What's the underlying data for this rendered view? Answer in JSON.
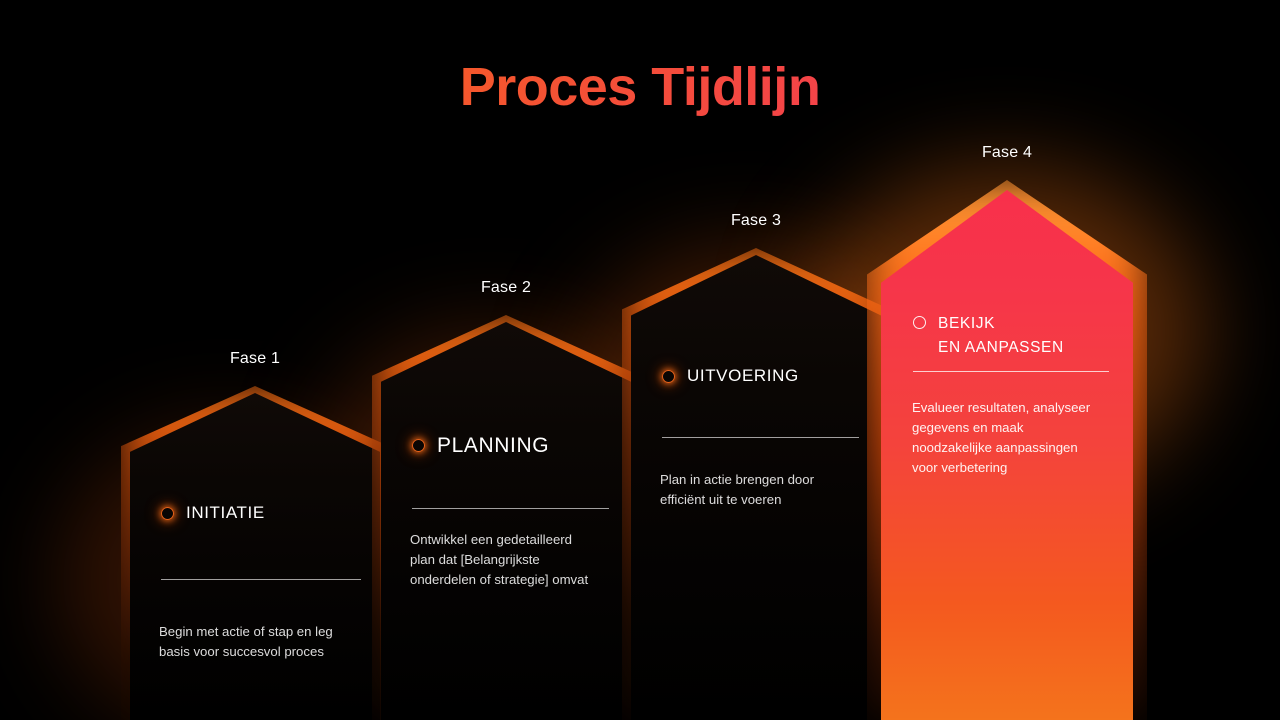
{
  "slide": {
    "title": "Proces Tijdlijn",
    "background_color": "#000000",
    "accent_orange": "#F97316",
    "accent_red": "#F43F4E"
  },
  "phases": [
    {
      "label": "Fase 1",
      "heading": "INITIATIE",
      "body": "Begin met actie of stap en leg\nbasis voor succesvol proces",
      "icon": "circle-outline-icon",
      "highlighted": false
    },
    {
      "label": "Fase 2",
      "heading": "PLANNING",
      "body": "Ontwikkel een gedetailleerd\nplan dat [Belangrijkste\nonderdelen of strategie] omvat",
      "icon": "circle-outline-icon",
      "highlighted": false
    },
    {
      "label": "Fase 3",
      "heading": "UITVOERING",
      "body": "Plan in actie brengen door\nefficiënt uit te voeren",
      "icon": "circle-outline-icon",
      "highlighted": false
    },
    {
      "label": "Fase 4",
      "heading": "BEKIJK\nEN AANPASSEN",
      "body": "Evalueer resultaten, analyseer\ngegevens en maak\nnoodzakelijke aanpassingen\nvoor verbetering",
      "icon": "circle-outline-icon",
      "highlighted": true
    }
  ]
}
